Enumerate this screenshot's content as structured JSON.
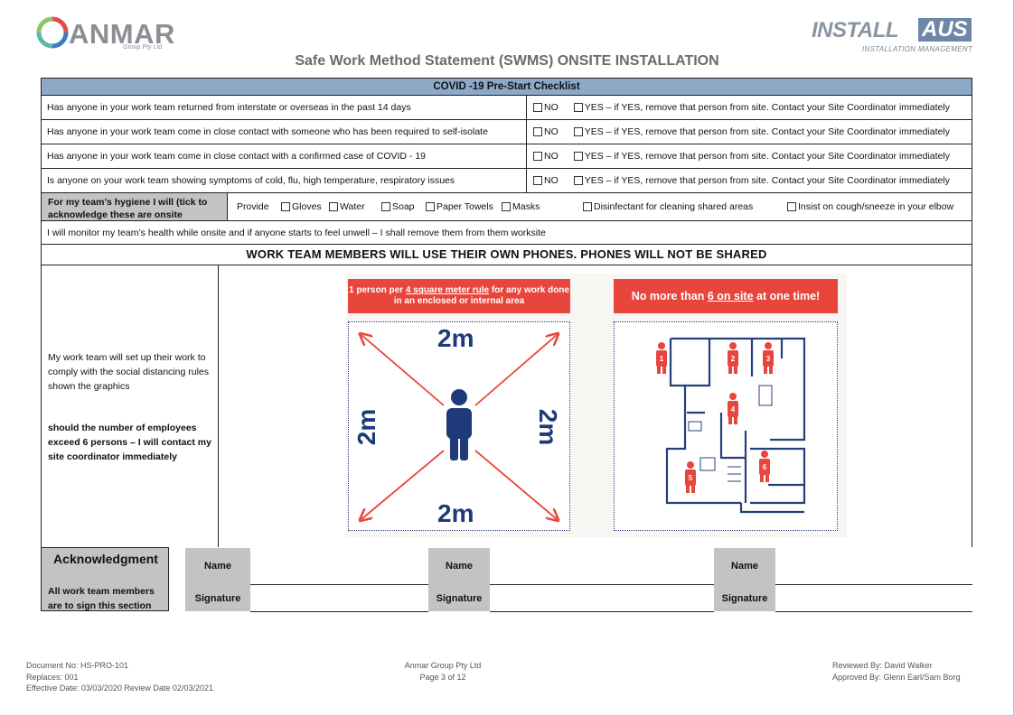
{
  "header": {
    "anmar_brand": "ANMAR",
    "anmar_sub": "Group Pty Ltd",
    "install_brand": "INSTALL",
    "install_brand_accent": "AUS",
    "install_sub": "INSTALLATION MANAGEMENT",
    "title": "Safe Work Method Statement (SWMS) ONSITE INSTALLATION"
  },
  "checklist": {
    "banner": "COVID -19 Pre-Start Checklist",
    "questions": [
      {
        "text": "Has anyone in your work team returned from interstate or overseas in the past 14 days",
        "no": "NO",
        "yes": "YES – if YES, remove that person from site. Contact your Site Coordinator immediately"
      },
      {
        "text": "Has anyone in your work team come in close contact with someone who has been required to self-isolate",
        "no": "NO",
        "yes": "YES – if YES, remove that person from site. Contact your Site Coordinator immediately"
      },
      {
        "text": "Has anyone in your work team come in close contact with a confirmed case of COVID - 19",
        "no": "NO",
        "yes": "YES – if YES, remove that person from site. Contact your Site Coordinator immediately"
      },
      {
        "text": "Is anyone on your work team showing symptoms of cold, flu, high temperature, respiratory issues",
        "no": "NO",
        "yes": "YES – if YES, remove that person from site. Contact your Site Coordinator immediately"
      }
    ],
    "hygiene_label": "For my team’s hygiene I will (tick to acknowledge these are onsite",
    "hygiene_provide": "Provide",
    "hygiene_items": [
      "Gloves",
      "Water",
      "Soap",
      "Paper Towels",
      "Masks",
      "Disinfectant for cleaning shared areas",
      "Insist on cough/sneeze in your elbow"
    ],
    "monitor": "I will monitor my team’s health while onsite and if anyone starts to feel unwell – I shall remove them from them worksite",
    "phones": "WORK TEAM MEMBERS WILL USE THEIR OWN PHONES. PHONES WILL NOT BE SHARED"
  },
  "distancing": {
    "text1": "My work team will set up their work to comply with the social distancing rules shown the graphics",
    "text2": "should the number of employees exceed 6 persons – I will contact my site coordinator immediately",
    "rule_pre": "1 person per ",
    "rule_u": "4 square meter rule",
    "rule_post": " for any work done in an enclosed or internal area",
    "max_pre": "No more than ",
    "max_u": "6 on site",
    "max_post": " at one time!",
    "dim": "2m",
    "people_numbers": [
      "1",
      "2",
      "3",
      "4",
      "5",
      "6"
    ],
    "colors": {
      "red": "#e8453c",
      "navy": "#1e3a78"
    }
  },
  "acknowledgment": {
    "title": "Acknowledgment",
    "sub": "All work team members are to sign this section",
    "name_label": "Name",
    "signature_label": "Signature"
  },
  "footer": {
    "doc_no": "Document No: HS-PRO-101",
    "replaces": "Replaces: 001",
    "effective": "Effective Date: 03/03/2020 Review Date 02/03/2021",
    "company": "Anmar Group Pty Ltd",
    "page": "Page 3 of 12",
    "reviewed": "Reviewed By: David Walker",
    "approved": "Approved By: Glenn Earl/Sam Borg"
  }
}
